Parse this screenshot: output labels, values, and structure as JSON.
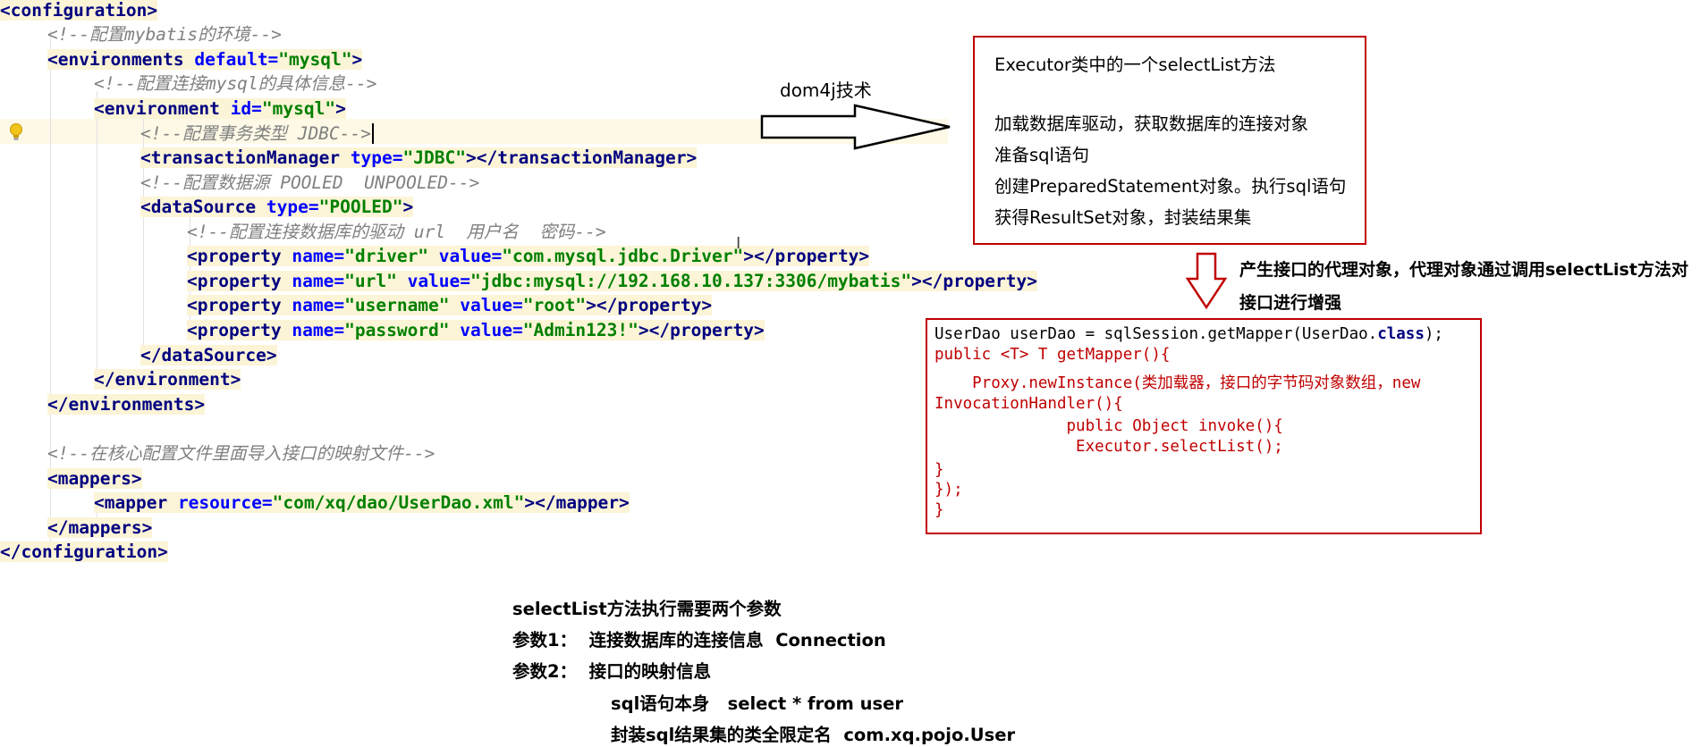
{
  "code": {
    "l1": {
      "open": "<configuration>"
    },
    "l2": {
      "comment": "<!--配置mybatis的环境-->"
    },
    "l3": {
      "open": "<environments",
      "attr": "default=",
      "val": "\"mysql\"",
      "close": ">"
    },
    "l4": {
      "comment": "<!--配置连接mysql的具体信息-->"
    },
    "l5": {
      "open": "<environment",
      "attr": "id=",
      "val": "\"mysql\"",
      "close": ">"
    },
    "l6": {
      "comment": "<!--配置事务类型 JDBC-->"
    },
    "l7": {
      "open": "<transactionManager",
      "attr": "type=",
      "val": "\"JDBC\"",
      "close": "></transactionManager>"
    },
    "l8": {
      "comment": "<!--配置数据源 POOLED  UNPOOLED-->"
    },
    "l9": {
      "open": "<dataSource",
      "attr": "type=",
      "val": "\"POOLED\"",
      "close": ">"
    },
    "l10": {
      "comment": "<!--配置连接数据库的驱动 url  用户名  密码-->"
    },
    "l11": {
      "open": "<property",
      "attr1": "name=",
      "val1": "\"driver\"",
      "attr2": "value=",
      "val2": "\"com.mysql.jdbc.Driver\"",
      "close": "></property>"
    },
    "l12": {
      "open": "<property",
      "attr1": "name=",
      "val1": "\"url\"",
      "attr2": "value=",
      "val2": "\"jdbc:mysql://192.168.10.137:3306/mybatis\"",
      "close": "></property>"
    },
    "l13": {
      "open": "<property",
      "attr1": "name=",
      "val1": "\"username\"",
      "attr2": "value=",
      "val2": "\"root\"",
      "close": "></property>"
    },
    "l14": {
      "open": "<property",
      "attr1": "name=",
      "val1": "\"password\"",
      "attr2": "value=",
      "val2": "\"Admin123!\"",
      "close": "></property>"
    },
    "l15": {
      "close": "</dataSource>"
    },
    "l16": {
      "close": "</environment>"
    },
    "l17": {
      "close": "</environments>"
    },
    "l18": {
      "comment": "<!--在核心配置文件里面导入接口的映射文件-->"
    },
    "l19": {
      "open": "<mappers>"
    },
    "l20": {
      "open": "<mapper",
      "attr": "resource=",
      "val": "\"com/xq/dao/UserDao.xml\"",
      "close": "></mapper>"
    },
    "l21": {
      "close": "</mappers>"
    },
    "l22": {
      "close": "</configuration>"
    }
  },
  "arrow_label": "dom4j技术",
  "executor_box": {
    "title": "Executor类中的一个selectList方法",
    "step1": "加载数据库驱动，获取数据库的连接对象",
    "step2": "准备sql语句",
    "step3": "创建PreparedStatement对象。执行sql语句",
    "step4": "获得ResultSet对象，封装结果集"
  },
  "proxy_note": {
    "line1": "产生接口的代理对象，代理对象通过调用selectList方法对",
    "line2": "接口进行增强"
  },
  "mapper_box": {
    "l1a": "UserDao userDao = sqlSession.getMapper(UserDao.",
    "l1b": "class",
    "l1c": ");",
    "l2": "public <T> T getMapper(){",
    "l3": "    Proxy.newInstance(类加载器，接口的字节码对象数组，new",
    "l4": "InvocationHandler(){",
    "l5": "              public Object invoke(){",
    "l6": "               Executor.selectList();",
    "l7": "}",
    "l8": "});",
    "l9": "}"
  },
  "bottom_notes": {
    "n1": "selectList方法执行需要两个参数",
    "n2": "参数1：  连接数据库的连接信息  Connection",
    "n3": "参数2：  接口的映射信息",
    "n4": "sql语句本身   select * from user",
    "n5": "封装sql结果集的类全限定名  com.xq.pojo.User"
  },
  "colors": {
    "accent_red": "#c00000",
    "tag": "#000080",
    "attr": "#0000ff",
    "value": "#008000",
    "comment": "#808080"
  },
  "icons": {
    "gutter": "lightbulb-icon",
    "arrow1": "right-arrow-icon",
    "arrow2": "down-arrow-icon"
  }
}
